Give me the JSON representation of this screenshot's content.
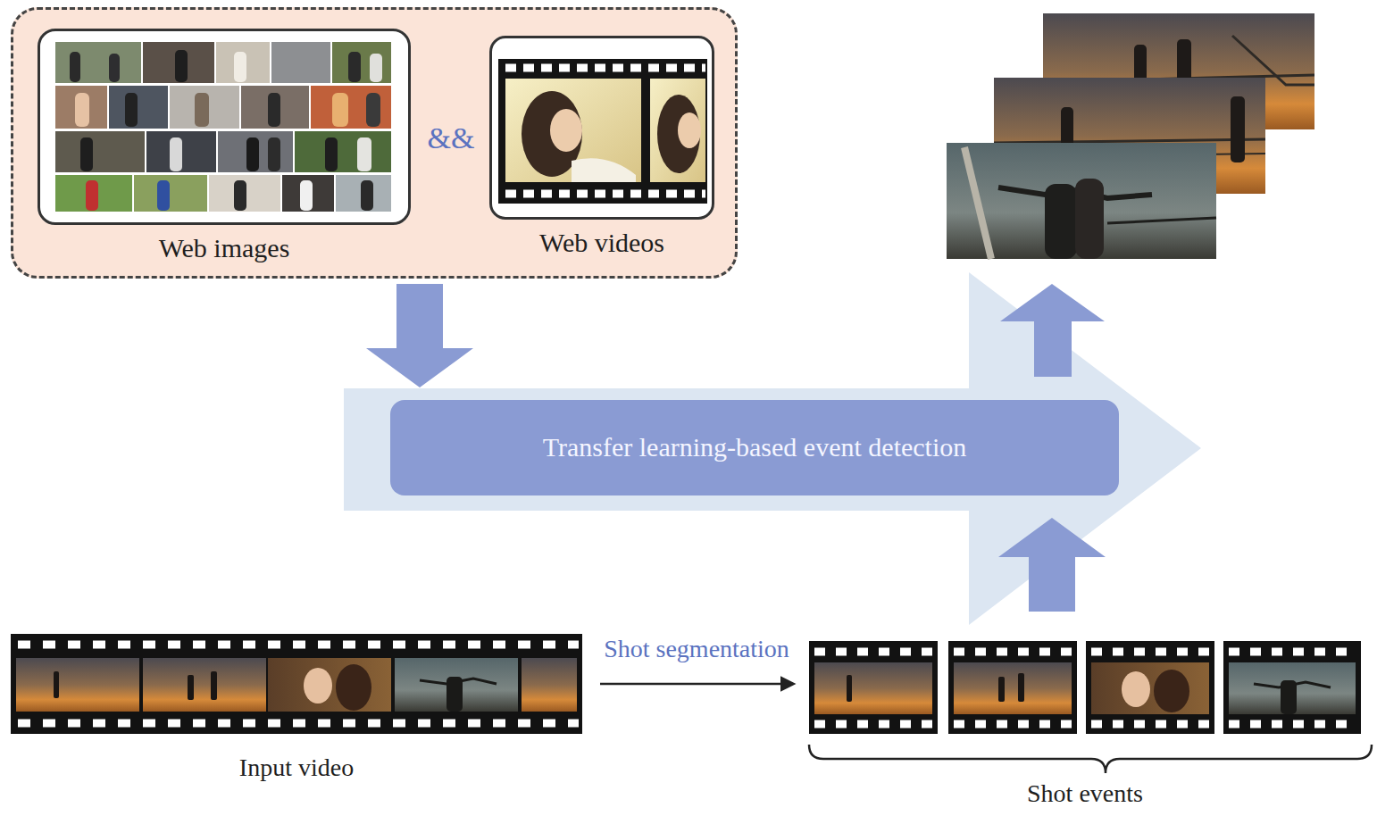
{
  "diagram": {
    "nodes": [
      {
        "text": [
          "&&"
        ]
      },
      {
        "text": [
          "Web images"
        ],
        "in": 0
      },
      {
        "text": [
          "Web videos"
        ],
        "in": 0
      },
      {
        "text": [
          "Transfer learning-based event detection"
        ]
      },
      {
        "text": [
          "Input video"
        ]
      },
      {
        "text": [
          "Shot events"
        ]
      }
    ],
    "edges": [
      {
        "from": 0,
        "to": 3,
        "arrow": "to"
      },
      {
        "from": 4,
        "to": 5,
        "label": "Shot segmentation",
        "arrow": "to"
      },
      {
        "from": 5,
        "to": 3,
        "arrow": "to"
      }
    ]
  }
}
